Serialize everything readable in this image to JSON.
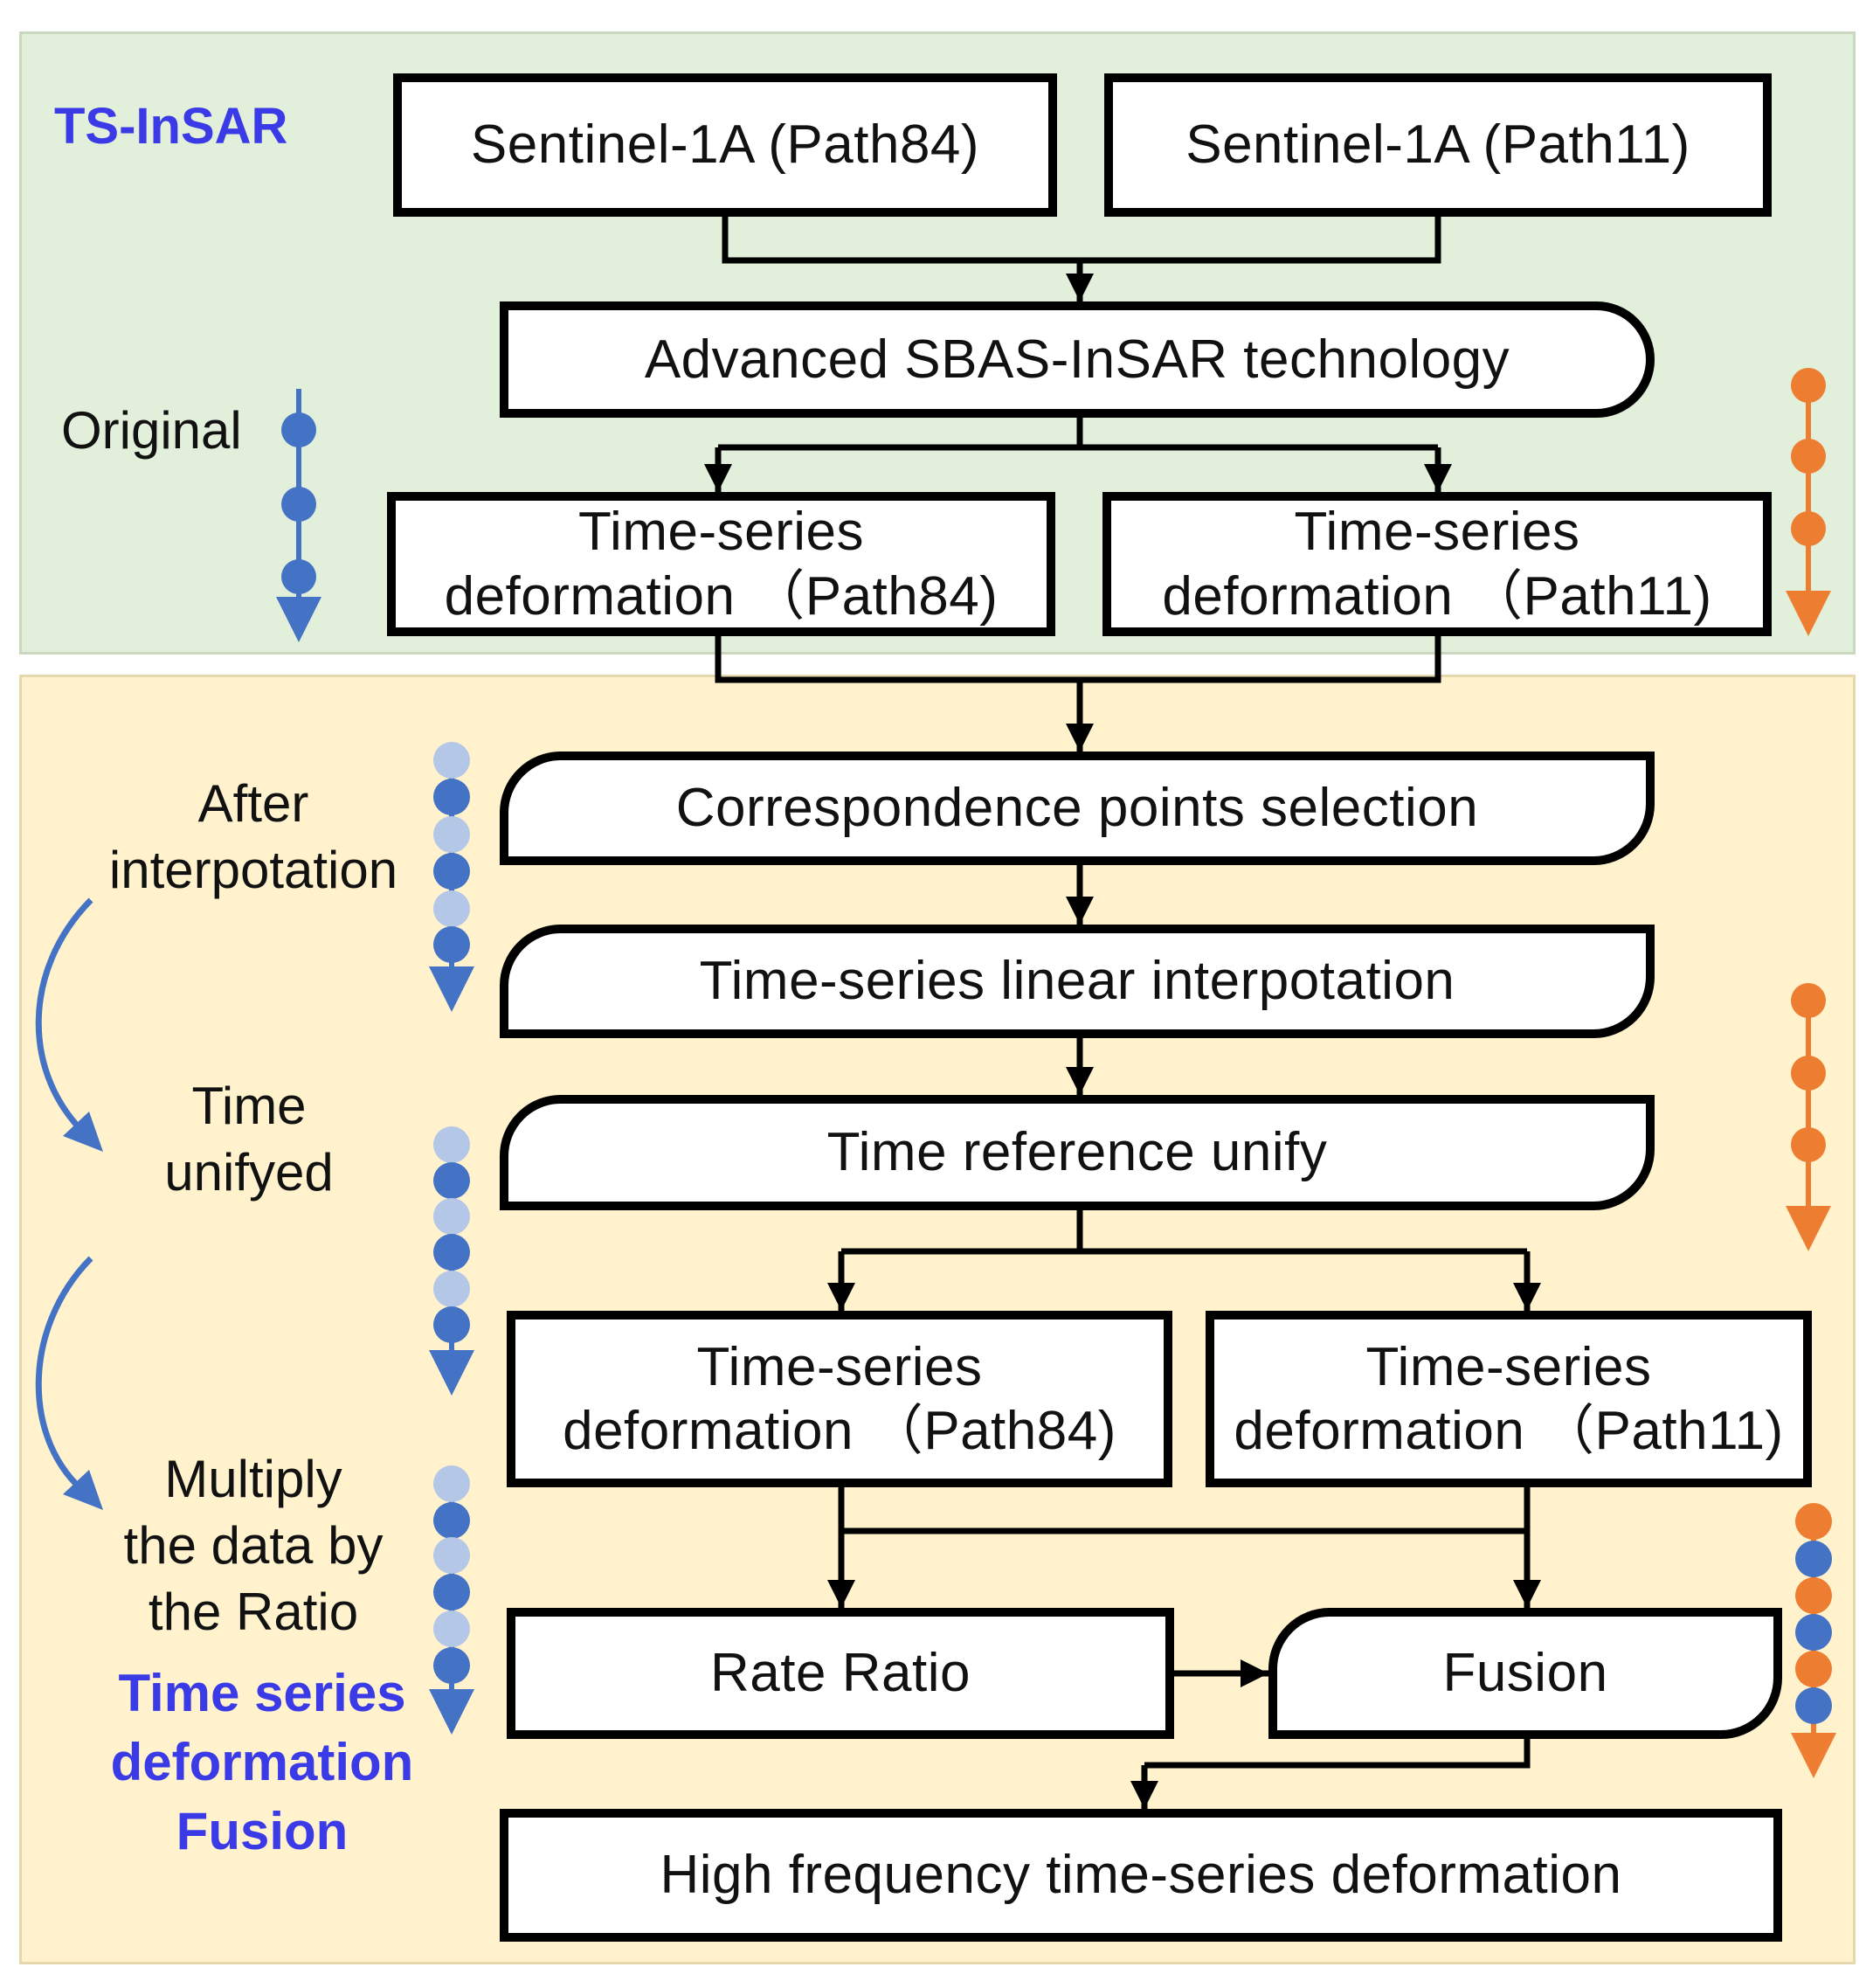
{
  "colors": {
    "top_panel": "#e2efda",
    "bottom_panel": "#fff2cc",
    "accent_blue": "#4472c4",
    "light_blue": "#b4c7e7",
    "accent_orange": "#ed7d31",
    "title_blue": "#3a3ae6"
  },
  "labels": {
    "ts_insar": "TS-InSAR",
    "original": "Original",
    "after": "After",
    "interpotation": "interpotation",
    "time": "Time",
    "unifyed": "unifyed",
    "multiply": "Multiply",
    "the_data_by": "the data by",
    "the_ratio": "the Ratio",
    "fusion_title_1": "Time series",
    "fusion_title_2": "deformation",
    "fusion_title_3": "Fusion"
  },
  "boxes": {
    "sentinel_84": "Sentinel-1A (Path84)",
    "sentinel_11": "Sentinel-1A (Path11)",
    "sbas": "Advanced SBAS-InSAR technology",
    "ts_line1": "Time-series",
    "ts84_line2": "deformation （Path84)",
    "ts11_line2": "deformation （Path11)",
    "correspondence": "Correspondence points selection",
    "interp": "Time-series linear interpotation",
    "time_ref": "Time reference unify",
    "rate_ratio": "Rate Ratio",
    "fusion": "Fusion",
    "high_freq": "High frequency time-series deformation"
  }
}
